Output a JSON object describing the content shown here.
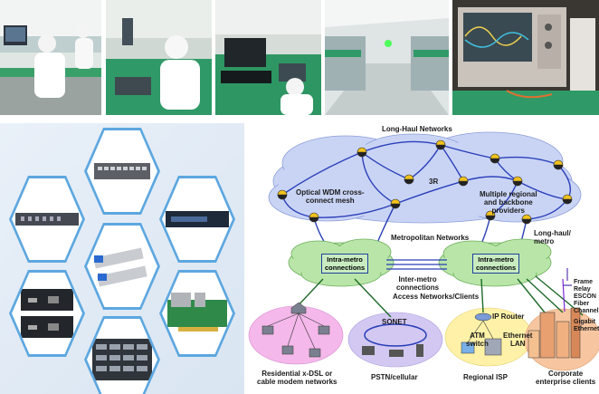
{
  "network_diagram": {
    "title": "Long-Haul Networks",
    "labels": {
      "wdm_mesh": "Optical WDM cross-\nconnect mesh",
      "three_r": "3R",
      "regional_providers": "Multiple regional\nand backbone\nproviders",
      "metro_networks": "Metropolitan Networks",
      "long_haul_metro": "Long-haul/\nmetro",
      "intra_metro_left": "Intra-metro\nconnections",
      "intra_metro_right": "Intra-metro\nconnections",
      "inter_metro": "Inter-metro\nconnections",
      "access_networks": "Access Networks/Clients",
      "sonet": "SONET",
      "ip_router": "IP Router",
      "atm_switch": "ATM\nswitch",
      "ethernet_lan": "Ethernet\nLAN",
      "frame_relay": "Frame\nRelay\nESCON\nFiber\nChannel",
      "gigabit": "Gigabit\nEthernet",
      "residential": "Residential x-DSL or\ncable modem networks",
      "pstn": "PSTN/cellular",
      "regional_isp": "Regional ISP",
      "corporate": "Corporate\nenterprise clients"
    }
  },
  "colors": {
    "hex_border": "#5da7e0",
    "cloud_top": "#c9d4f5",
    "cloud_metro": "#b9e6a8",
    "client_pink": "#f4b8ea",
    "client_lav": "#d3c8f2",
    "client_yellow": "#fff2a8",
    "client_orange": "#f7c6a0"
  }
}
